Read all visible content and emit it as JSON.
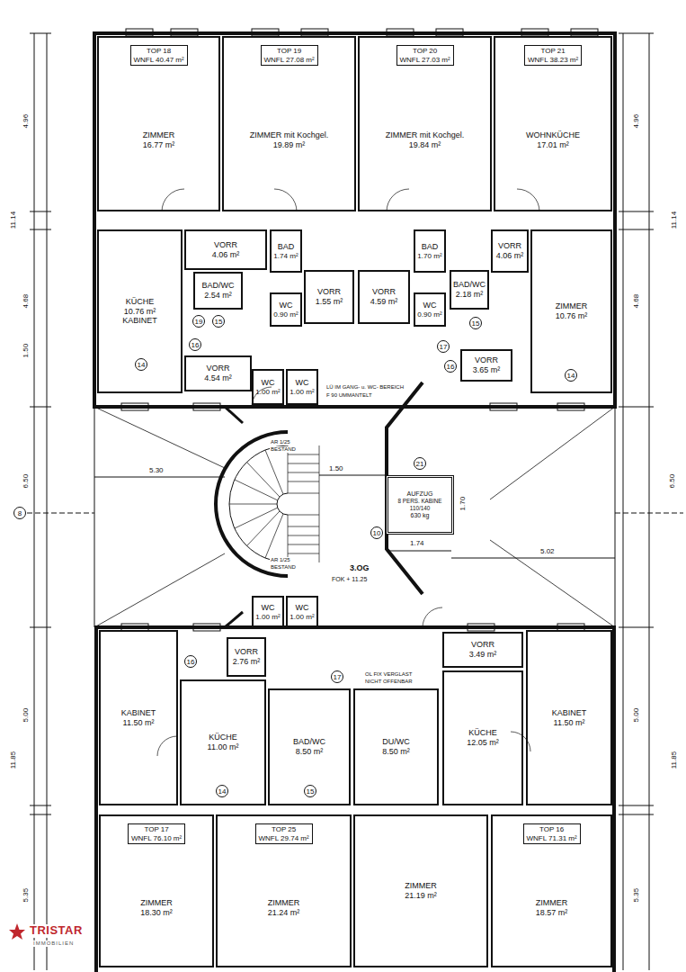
{
  "diagram": {
    "nodes": [
      {
        "text": [
          "ZIMMER",
          "16.77 m²"
        ]
      },
      {
        "text": [
          "TOP 18",
          "WNFL 40.47 m²"
        ],
        "in": 0
      },
      {
        "text": [
          "ZIMMER mit Kochgel.",
          "19.89 m²"
        ]
      },
      {
        "text": [
          "TOP 19",
          "WNFL 27.08 m²"
        ],
        "in": 2
      },
      {
        "text": [
          "ZIMMER mit Kochgel.",
          "19.84 m²"
        ]
      },
      {
        "text": [
          "TOP 20",
          "WNFL 27.03 m²"
        ],
        "in": 4
      },
      {
        "text": [
          "WOHNKÜCHE",
          "17.01 m²"
        ]
      },
      {
        "text": [
          "TOP 21",
          "WNFL 38.23 m²"
        ],
        "in": 6
      },
      {
        "text": [
          "KÜCHE",
          "10.76 m²",
          "KABINET"
        ]
      },
      {
        "text": [
          "VORR",
          "4.06 m²"
        ]
      },
      {
        "text": [
          "BAD/WC",
          "2.54 m²"
        ]
      },
      {
        "text": [
          "VORR",
          "4.54 m²"
        ]
      },
      {
        "text": [
          "BAD",
          "1.74 m²"
        ]
      },
      {
        "text": [
          "WC",
          "0.90 m²"
        ]
      },
      {
        "text": [
          "VORR",
          "1.55 m²"
        ]
      },
      {
        "text": [
          "VORR",
          "4.59 m²"
        ]
      },
      {
        "text": [
          "BAD",
          "1.70 m²"
        ]
      },
      {
        "text": [
          "WC",
          "0.90 m²"
        ]
      },
      {
        "text": [
          "BAD/WC",
          "2.18 m²"
        ]
      },
      {
        "text": [
          "VORR",
          "4.06 m²"
        ]
      },
      {
        "text": [
          "VORR",
          "3.65 m²"
        ]
      },
      {
        "text": [
          "ZIMMER",
          "10.76 m²"
        ]
      },
      {
        "text": [
          "WC",
          "1.00 m²"
        ]
      },
      {
        "text": [
          "WC",
          "1.00 m²"
        ]
      },
      {
        "text": [
          "AUFZUG",
          "8 PERS. KABINE 110/140",
          "630 kg"
        ]
      },
      {
        "text": [
          "WC",
          "1.00 m²"
        ]
      },
      {
        "text": [
          "WC",
          "1.00 m²"
        ]
      },
      {
        "text": [
          "VORR",
          "2.76 m²"
        ]
      },
      {
        "text": [
          "KABINET",
          "11.50 m²"
        ]
      },
      {
        "text": [
          "KÜCHE",
          "11.00 m²"
        ]
      },
      {
        "text": [
          "BAD/WC",
          "8.50 m²"
        ]
      },
      {
        "text": [
          "DU/WC",
          "8.50 m²"
        ]
      },
      {
        "text": [
          "VORR",
          "3.49 m²"
        ]
      },
      {
        "text": [
          "KÜCHE",
          "12.05 m²"
        ]
      },
      {
        "text": [
          "KABINET",
          "11.50 m²"
        ]
      },
      {
        "text": [
          "ZIMMER",
          "18.30 m²"
        ]
      },
      {
        "text": [
          "TOP 17",
          "WNFL 76.10 m²"
        ],
        "in": 35
      },
      {
        "text": [
          "ZIMMER",
          "21.24 m²"
        ]
      },
      {
        "text": [
          "TOP 25",
          "WNFL 29.74 m²"
        ],
        "in": 37
      },
      {
        "text": [
          "ZIMMER",
          "21.19 m²"
        ]
      },
      {
        "text": [
          "ZIMMER",
          "18.57 m²"
        ]
      },
      {
        "text": [
          "TOP 16",
          "WNFL 71.31 m²"
        ],
        "in": 40
      }
    ],
    "labels": [
      "14",
      "19",
      "15",
      "16",
      "17",
      "15",
      "16",
      "14",
      "21",
      "10",
      "16",
      "14",
      "15",
      "17",
      "3.OG",
      "FOK + 11.25",
      "LÜ IM GANG- u. WC- BEREICH",
      "F 90 UMMANTELT",
      "OL FIX VERGLAST",
      "NICHT OFFENBAR",
      "AR 1/25",
      "BESTAND",
      "AR 1/25",
      "BESTAND",
      "1.50",
      "5.30",
      "1.74",
      "5.02",
      "1.70",
      "4.96",
      "11.14",
      "4.68",
      "1.50",
      "6.50",
      "5.00",
      "11.85",
      "5.35",
      "8",
      "4.96",
      "11.14",
      "4.68",
      "6.50",
      "5.00",
      "11.85",
      "5.35",
      "TRISTAR",
      "IMMOBILIEN"
    ]
  }
}
